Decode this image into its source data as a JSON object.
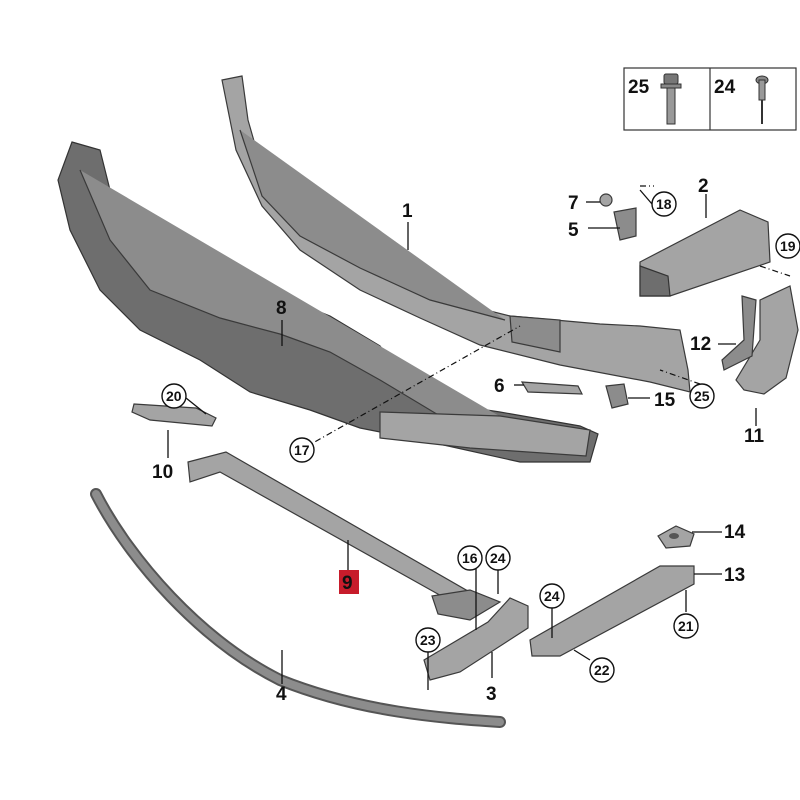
{
  "legend": {
    "items": [
      {
        "number": "25",
        "icon": "bolt-icon"
      },
      {
        "number": "24",
        "icon": "rivet-icon"
      }
    ]
  },
  "labels": {
    "p1": "1",
    "p2": "2",
    "p3": "3",
    "p4": "4",
    "p5": "5",
    "p6": "6",
    "p7": "7",
    "p8": "8",
    "p9": "9",
    "p10": "10",
    "p11": "11",
    "p12": "12",
    "p13": "13",
    "p14": "14",
    "p15": "15"
  },
  "circled": {
    "c17": "17",
    "c18": "18",
    "c19": "19",
    "c20": "20",
    "c21": "21",
    "c22": "22",
    "c23": "23",
    "c24a": "24",
    "c24b": "24",
    "c16": "16",
    "c25": "25"
  },
  "colors": {
    "highlight": "#c71c2b",
    "part": "#8c8c8c",
    "line": "#111111"
  }
}
